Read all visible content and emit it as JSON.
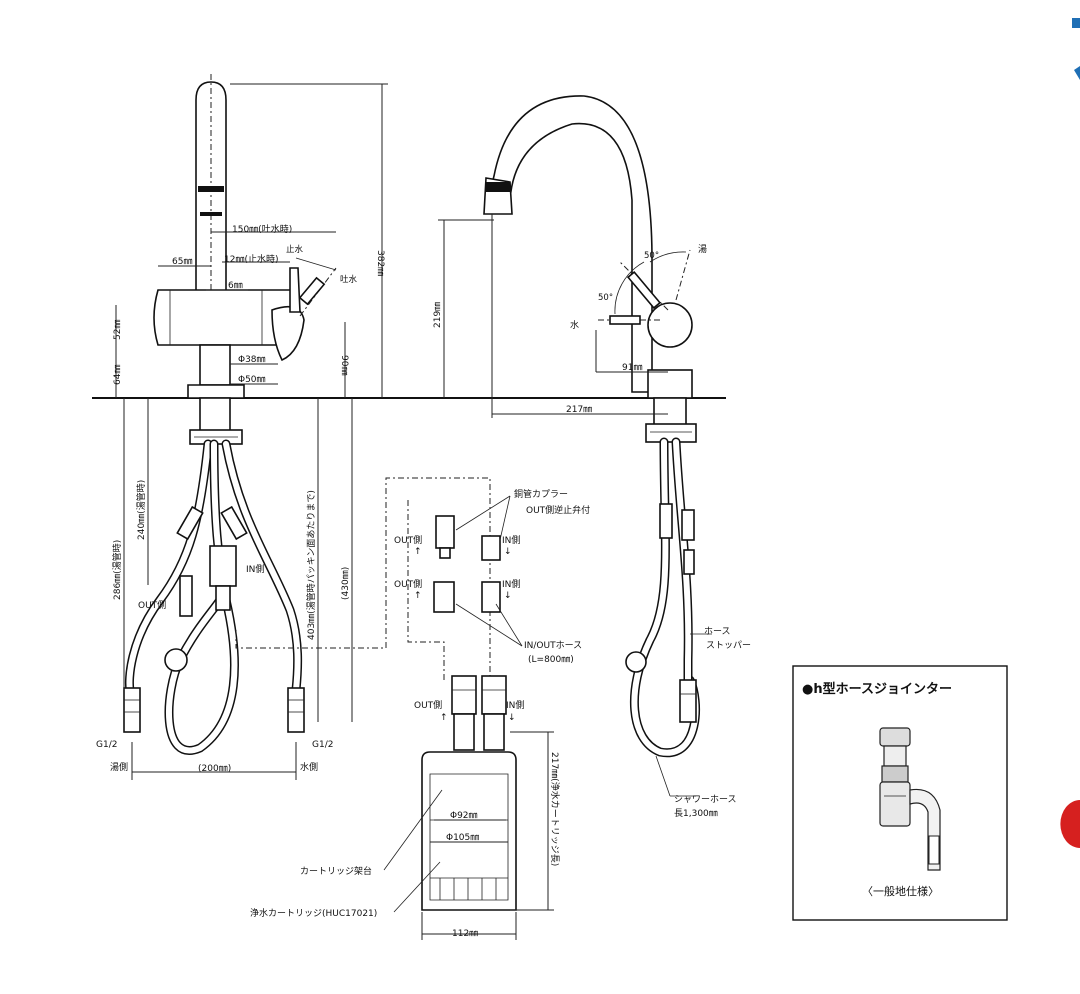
{
  "left_view": {
    "dims": {
      "spout_150": "150㎜(吐水時)",
      "spout_12": "12㎜(止水時)",
      "d65": "65㎜",
      "d6": "6㎜",
      "d52": "52㎜",
      "d64": "64㎜",
      "d382": "382㎜",
      "d90": "90㎜",
      "phi38": "Φ38㎜",
      "phi50": "Φ50㎜",
      "d286": "286㎜(湯管時)",
      "d240": "240㎜(湯管時)",
      "d403": "403㎜(湯管時パッキン面あたりまで)",
      "d430": "(430㎜)",
      "d200": "(200㎜)",
      "g_left": "G1/2",
      "g_right": "G1/2"
    },
    "labels": {
      "stop_water": "止水",
      "discharge": "吐水",
      "in_side": "IN側",
      "out_side": "OUT側",
      "hot_side": "湯側",
      "cold_side": "水側"
    }
  },
  "right_view": {
    "dims": {
      "d219": "219㎜",
      "d217": "217㎜",
      "d91": "91㎜",
      "ang50a": "50°",
      "ang50b": "50°"
    },
    "labels": {
      "hot": "湯",
      "cold": "水",
      "hose_stopper_1": "ホース",
      "hose_stopper_2": "ストッパー",
      "shower_hose_1": "シャワーホース",
      "shower_hose_2": "長1,300㎜"
    }
  },
  "center_view": {
    "labels": {
      "coupler_1": "銅管カプラー",
      "coupler_2": "OUT側逆止弁付",
      "out_top": "OUT側",
      "in_top": "IN側",
      "out_mid": "OUT側",
      "in_mid": "IN側",
      "inout_hose_1": "IN/OUTホース",
      "inout_hose_2": "(L=800㎜)",
      "out_low": "OUT側",
      "in_low": "IN側",
      "cart_stand": "カートリッジ架台",
      "cartridge": "浄水カートリッジ(HUC17021)",
      "arrow_up": "↑",
      "arrow_down": "↓"
    },
    "dims": {
      "phi92": "Φ92㎜",
      "phi105": "Φ105㎜",
      "d217v": "217㎜(浄水カートリッジ長)",
      "d112": "112㎜"
    }
  },
  "inset": {
    "title": "●h型ホースジョインター",
    "caption": "〈一般地仕様〉"
  },
  "colors": {
    "line": "#111111",
    "edge_blue": "#1f6fb5",
    "edge_red": "#d6201f"
  }
}
